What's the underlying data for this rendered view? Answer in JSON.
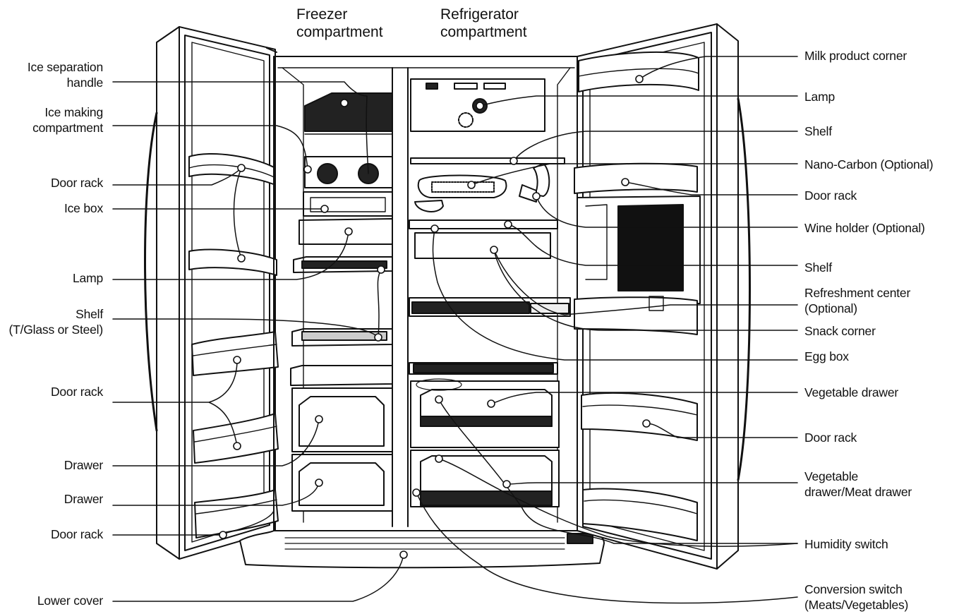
{
  "headers": {
    "freezer": [
      "Freezer",
      "compartment"
    ],
    "refrigerator": [
      "Refrigerator",
      "compartment"
    ]
  },
  "left_labels": [
    {
      "lines": [
        "Ice separation",
        "handle"
      ]
    },
    {
      "lines": [
        "Ice making",
        "compartment"
      ]
    },
    {
      "lines": [
        "Door rack"
      ]
    },
    {
      "lines": [
        "Ice box"
      ]
    },
    {
      "lines": [
        "Lamp"
      ]
    },
    {
      "lines": [
        "Shelf",
        "(T/Glass or Steel)"
      ]
    },
    {
      "lines": [
        "Door rack"
      ]
    },
    {
      "lines": [
        "Drawer"
      ]
    },
    {
      "lines": [
        "Drawer"
      ]
    },
    {
      "lines": [
        "Door rack"
      ]
    },
    {
      "lines": [
        "Lower cover"
      ]
    }
  ],
  "right_labels": [
    {
      "lines": [
        "Milk product corner"
      ]
    },
    {
      "lines": [
        "Lamp"
      ]
    },
    {
      "lines": [
        "Shelf"
      ]
    },
    {
      "lines": [
        "Nano-Carbon (Optional)"
      ]
    },
    {
      "lines": [
        "Door rack"
      ]
    },
    {
      "lines": [
        "Wine holder (Optional)"
      ]
    },
    {
      "lines": [
        "Shelf"
      ]
    },
    {
      "lines": [
        "Refreshment center",
        "(Optional)"
      ]
    },
    {
      "lines": [
        "Snack corner"
      ]
    },
    {
      "lines": [
        "Egg box"
      ]
    },
    {
      "lines": [
        "Vegetable drawer"
      ]
    },
    {
      "lines": [
        "Door rack"
      ]
    },
    {
      "lines": [
        "Vegetable",
        "drawer/Meat drawer"
      ]
    },
    {
      "lines": [
        "Humidity switch"
      ]
    },
    {
      "lines": [
        "Conversion switch",
        "(Meats/Vegetables)"
      ]
    }
  ]
}
